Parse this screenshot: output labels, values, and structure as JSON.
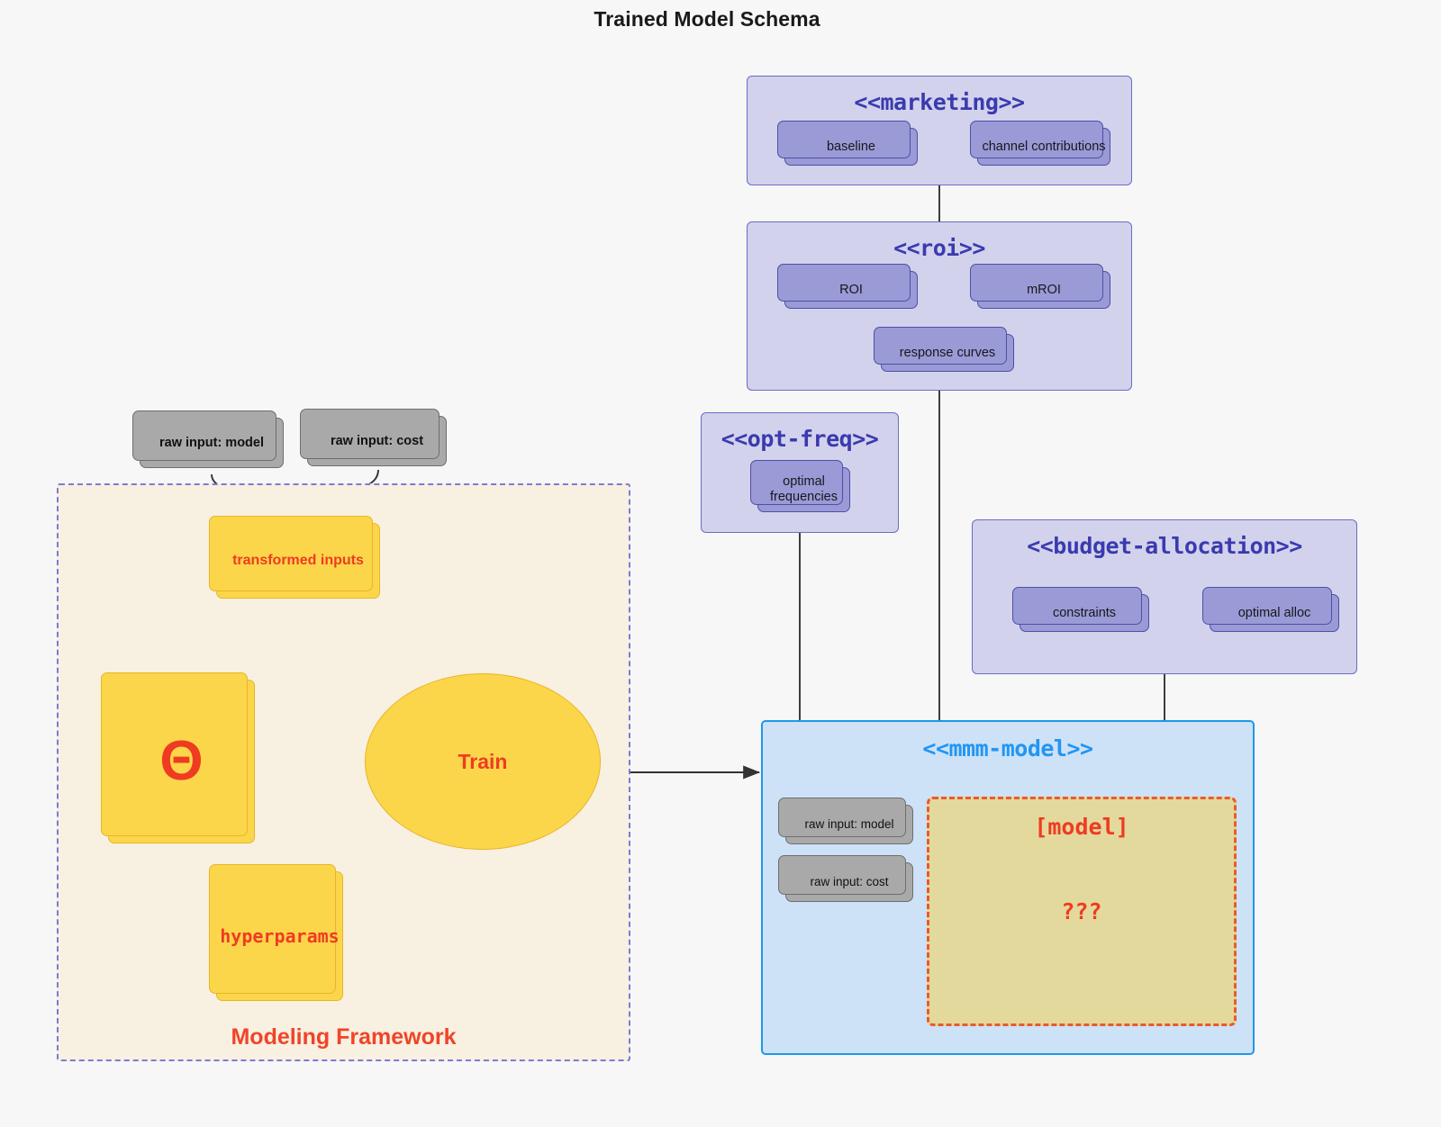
{
  "title": "Trained Model Schema",
  "colors": {
    "background": "#f7f7f7",
    "purple_group_fill": "#d2d2ec",
    "purple_group_border": "#6c6cc4",
    "purple_box_fill": "#9a9ad6",
    "purple_box_border": "#4e4ea8",
    "purple_title_text": "#3a3ab0",
    "blue_group_fill": "#cde2f7",
    "blue_group_border": "#1e98e8",
    "blue_title_text": "#2196f3",
    "gray_box_fill": "#a9a9a9",
    "gray_box_border": "#6e6e6e",
    "yellow_fill": "#fcd64a",
    "yellow_border": "#e8b526",
    "khaki_fill": "#e3d99c",
    "accent_red": "#ef3b22",
    "dashed_red": "#ea5a2d",
    "framework_fill": "#f8f0e1",
    "framework_border": "#7b7bd6",
    "edge_gray": "#333333"
  },
  "groups": {
    "marketing": {
      "title": "<<marketing>>",
      "boxes": [
        {
          "label": "baseline"
        },
        {
          "label": "channel contributions"
        }
      ]
    },
    "roi": {
      "title": "<<roi>>",
      "boxes": [
        {
          "label": "ROI"
        },
        {
          "label": "mROI"
        },
        {
          "label": "response curves"
        }
      ]
    },
    "opt_freq": {
      "title": "<<opt-freq>>",
      "boxes": [
        {
          "label": "optimal\nfrequencies",
          "line1": "optimal",
          "line2": "frequencies"
        }
      ]
    },
    "budget_allocation": {
      "title": "<<budget-allocation>>",
      "boxes": [
        {
          "label": "constraints"
        },
        {
          "label": "optimal alloc"
        }
      ]
    },
    "mmm_model": {
      "title": "<<mmm-model>>",
      "inputs": [
        {
          "label": "raw input: model"
        },
        {
          "label": "raw input: cost"
        }
      ],
      "model_box": {
        "heading": "[model]",
        "body": "???"
      }
    }
  },
  "framework": {
    "label": "Modeling Framework",
    "raw_inputs": [
      {
        "label": "raw input: model"
      },
      {
        "label": "raw input: cost"
      }
    ],
    "transformed_inputs": {
      "label": "transformed inputs"
    },
    "theta": {
      "label": "Θ"
    },
    "hyperparams": {
      "label": "hyperparams"
    },
    "train": {
      "label": "Train"
    }
  },
  "edges": [
    {
      "from": "marketing",
      "to": "roi",
      "style": "solid",
      "color": "#333333"
    },
    {
      "from": "roi",
      "to": "mmm-model",
      "style": "solid",
      "color": "#333333"
    },
    {
      "from": "opt-freq",
      "to": "mmm-model",
      "style": "solid",
      "color": "#333333"
    },
    {
      "from": "budget-allocation",
      "to": "mmm-model",
      "style": "solid",
      "color": "#333333"
    },
    {
      "from": "raw input: model",
      "to": "transformed inputs",
      "style": "curve-arrow",
      "color": "#333333"
    },
    {
      "from": "raw input: cost",
      "to": "transformed inputs",
      "style": "curve-arrow",
      "color": "#333333"
    },
    {
      "from": "transformed inputs",
      "to": "Train",
      "style": "curve-arrow",
      "color": "#ee3b24"
    },
    {
      "from": "theta",
      "to": "Train",
      "style": "arrow",
      "color": "#ee3b24"
    },
    {
      "from": "hyperparams",
      "to": "Train",
      "style": "curve-arrow",
      "color": "#ee3b24"
    },
    {
      "from": "Modeling Framework",
      "to": "mmm-model",
      "style": "arrow",
      "color": "#333333"
    },
    {
      "from": "baseline",
      "to": "channel contributions",
      "style": "double-arrow",
      "color": "#4e4ea8"
    },
    {
      "from": "ROI",
      "to": "mROI",
      "style": "double-arrow",
      "color": "#4e4ea8"
    },
    {
      "from": "constraints",
      "to": "optimal alloc",
      "style": "double-arrow",
      "color": "#4e4ea8"
    }
  ]
}
